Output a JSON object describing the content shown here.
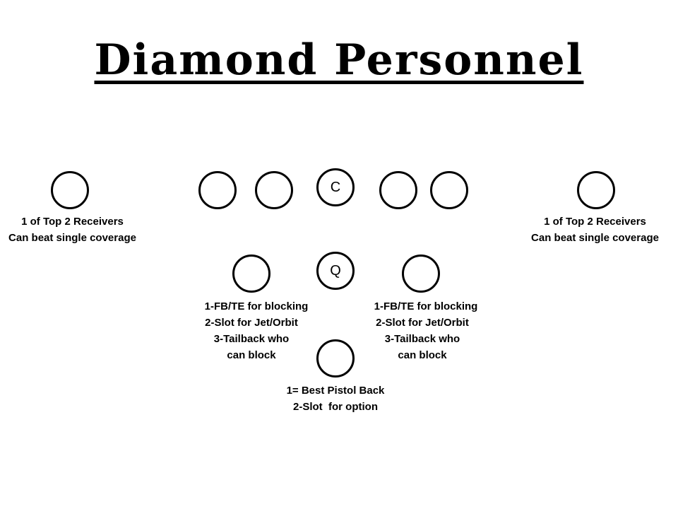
{
  "title": "Diamond Personnel",
  "players": {
    "center_label": "C",
    "quarterback_label": "Q"
  },
  "notes": {
    "left_receiver": [
      "1 of Top 2 Receivers",
      "Can beat single coverage"
    ],
    "right_receiver": [
      "1 of Top 2 Receivers",
      "Can beat single coverage"
    ],
    "left_back": [
      "1-FB/TE for blocking",
      "2-Slot for Jet/Orbit",
      "3-Tailback who",
      "can block"
    ],
    "right_back": [
      "1-FB/TE for blocking",
      "2-Slot for Jet/Orbit",
      "3-Tailback who",
      "can block"
    ],
    "pistol_back": [
      "1= Best Pistol Back",
      "2-Slot  for option"
    ]
  },
  "colors": {
    "background": "#ffffff",
    "ink": "#000000"
  }
}
